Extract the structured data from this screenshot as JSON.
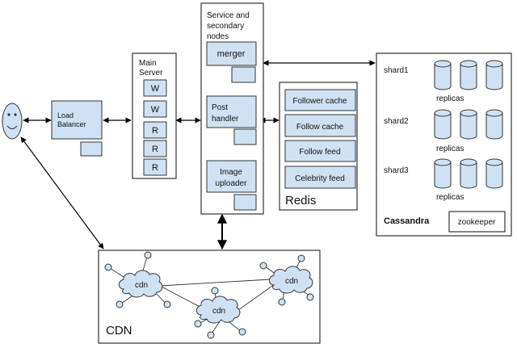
{
  "user": {
    "icon": "smiley-face-icon"
  },
  "load_balancer": {
    "label_line1": "Load",
    "label_line2": "Balancer"
  },
  "main_server": {
    "label_line1": "Main",
    "label_line2": "Server",
    "slots": [
      "W",
      "W",
      "R",
      "R",
      "R"
    ]
  },
  "service": {
    "title_line1": "Service and",
    "title_line2": "secondary",
    "title_line3": "nodes",
    "merger": "merger",
    "post_handler_line1": "Post",
    "post_handler_line2": "handler",
    "image_uploader_line1": "Image",
    "image_uploader_line2": "uploader"
  },
  "redis": {
    "title": "Redis",
    "items": [
      "Follower cache",
      "Follow cache",
      "Follow feed",
      "Celebrity feed"
    ]
  },
  "cassandra": {
    "title": "Cassandra",
    "zookeeper": "zookeeper",
    "shards": [
      {
        "name": "shard1",
        "replicas": "replicas"
      },
      {
        "name": "shard2",
        "replicas": "replicas"
      },
      {
        "name": "shard3",
        "replicas": "replicas"
      }
    ]
  },
  "cdn": {
    "title": "CDN",
    "node_label": "cdn"
  },
  "colors": {
    "fill_blue": "#cfe2f3",
    "stroke": "#333333"
  }
}
